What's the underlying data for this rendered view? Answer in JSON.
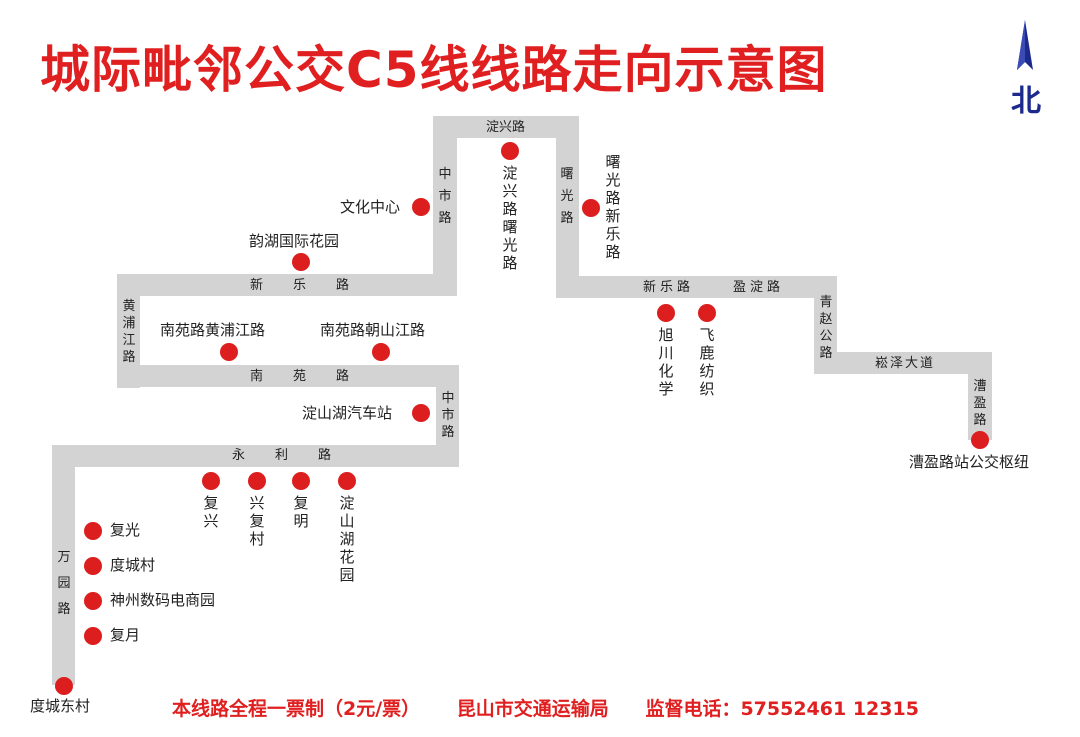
{
  "title": "城际毗邻公交C5线线路走向示意图",
  "compass_label": "北",
  "colors": {
    "title": "#e02020",
    "road": "#d3d3d3",
    "stop": "#dc1e1e",
    "compass": "#1c2a8c"
  },
  "roads": {
    "dianxing": "淀兴路",
    "zhongshi_upper": "中市路",
    "shuguang": "曙光路",
    "xinle_left": "新乐路",
    "xinle_right": "新乐路",
    "yingdian": "盈淀路",
    "huangpujiang": "黄浦江路",
    "qingzhao": "青赵公路",
    "songze": "崧泽大道",
    "caoying": "漕盈路",
    "nanyuan": "南苑路",
    "zhongshi_lower": "中市路",
    "yongli": "永利路",
    "wanyuan": "万园路"
  },
  "stops": {
    "wenhua": "文化中心",
    "dianxing_shuguang": "淀兴路曙光路",
    "shuguang_xinle": "曙光路新乐路",
    "yunhu": "韵湖国际花园",
    "xuchuan": "旭川化学",
    "feilu": "飞鹿纺织",
    "caoying_hub": "漕盈路站公交枢纽",
    "nanyuan_huangpujiang": "南苑路黄浦江路",
    "nanyuan_chaoshanjiang": "南苑路朝山江路",
    "dianshanhu_station": "淀山湖汽车站",
    "fuxing": "复兴",
    "xingfucun": "兴复村",
    "fuming": "复明",
    "dianshanhu_garden": "淀山湖花园",
    "fuguang": "复光",
    "duchengcun": "度城村",
    "shenzhou": "神州数码电商园",
    "fuyue": "复月",
    "duchengdongcun": "度城东村"
  },
  "footer": {
    "fare": "本线路全程一票制（2元/票）",
    "authority": "昆山市交通运输局",
    "hotline": "监督电话：57552461  12315"
  }
}
